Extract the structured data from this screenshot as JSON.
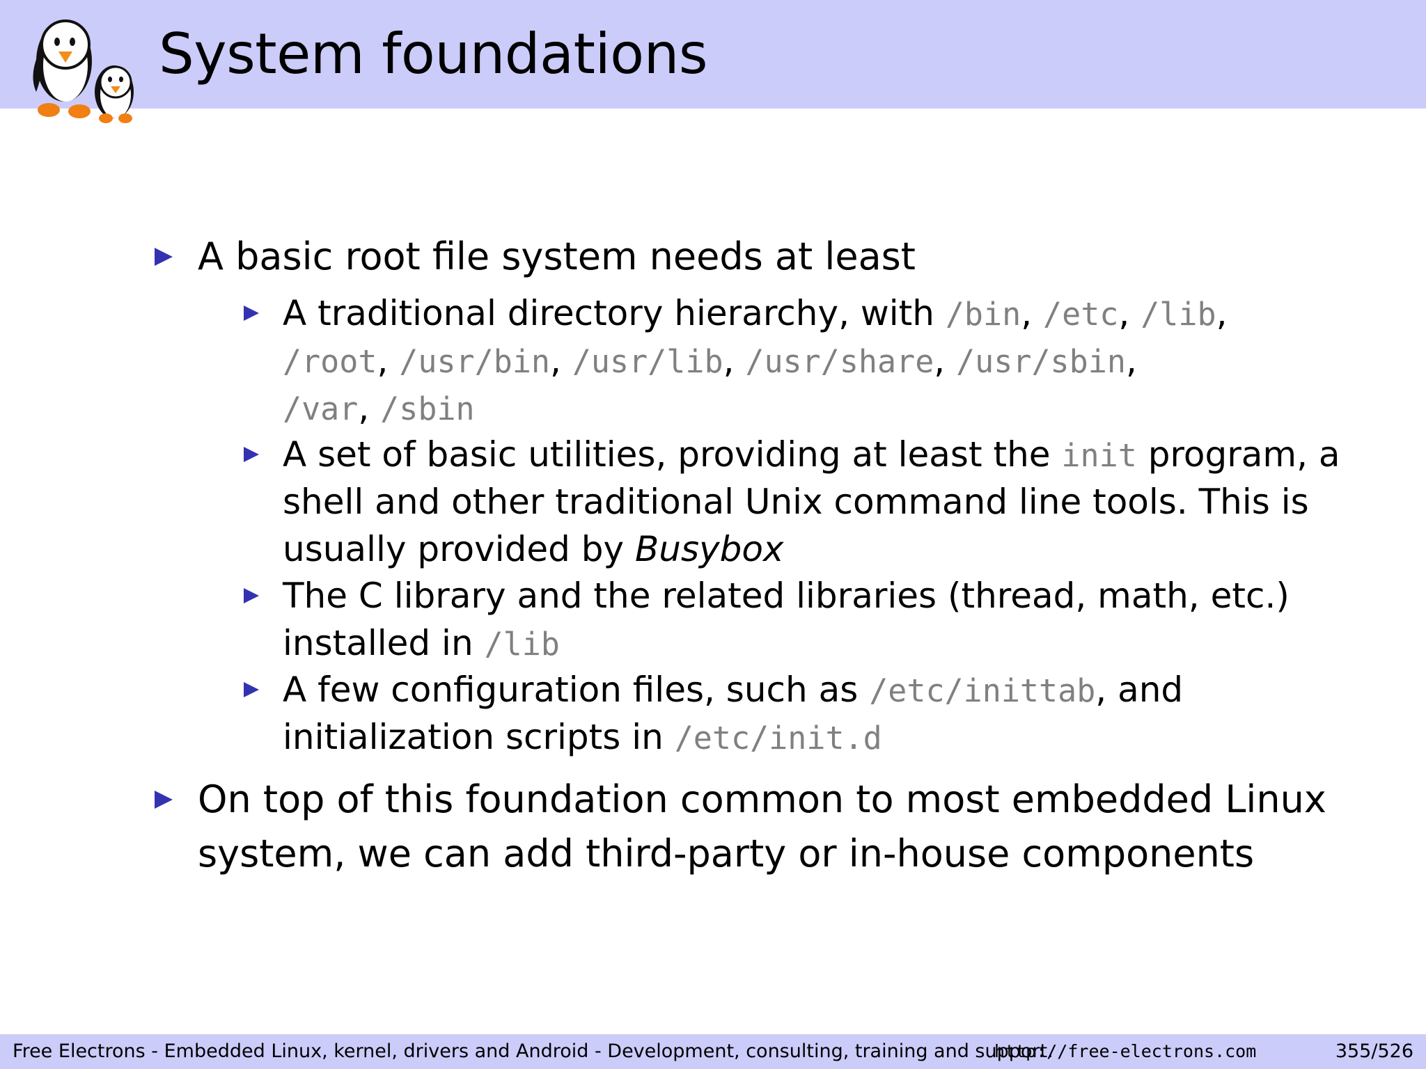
{
  "header": {
    "title": "System foundations"
  },
  "content": {
    "b1": {
      "text": "A basic root file system needs at least"
    },
    "b1_1": {
      "l1_pre": "A traditional directory hierarchy, with ",
      "c_bin": "/bin",
      "sep1": ", ",
      "c_etc": "/etc",
      "sep2": ", ",
      "c_lib": "/lib",
      "l1_end": ",",
      "c_root": "/root",
      "sep3": ", ",
      "c_usrbin": "/usr/bin",
      "sep4": ", ",
      "c_usrlib": "/usr/lib",
      "sep5": ", ",
      "c_usrshare": "/usr/share",
      "sep6": ", ",
      "c_usrsbin": "/usr/sbin",
      "l2_end": ",",
      "c_var": "/var",
      "sep7": ", ",
      "c_sbin": "/sbin"
    },
    "b1_2": {
      "l1_pre": "A set of basic utilities, providing at least the ",
      "c_init": "init",
      "l1_post": " program, a",
      "l2": "shell and other traditional Unix command line tools.  This is",
      "l3_pre": "usually provided by ",
      "l3_em": "Busybox"
    },
    "b1_3": {
      "l1": "The C library and the related libraries (thread, math, etc.)",
      "l2_pre": "installed in ",
      "c_lib": "/lib"
    },
    "b1_4": {
      "l1_pre": "A few configuration files, such as ",
      "c_inittab": "/etc/inittab",
      "l1_post": ", and",
      "l2_pre": "initialization scripts in ",
      "c_initd": "/etc/init.d"
    },
    "b2": {
      "l1": "On top of this foundation common to most embedded Linux",
      "l2": "system, we can add third-party or in-house components"
    }
  },
  "footer": {
    "text": "Free Electrons - Embedded Linux, kernel, drivers and Android - Development, consulting, training and support.",
    "url": "http://free-electrons.com",
    "page": "355/526"
  },
  "colors": {
    "header_bg": "#ccccfb",
    "bullet": "#3333b2",
    "code": "#808080"
  },
  "icons": {
    "logo": "tux-penguins-logo-icon",
    "bullet": "triangle-bullet-icon"
  }
}
